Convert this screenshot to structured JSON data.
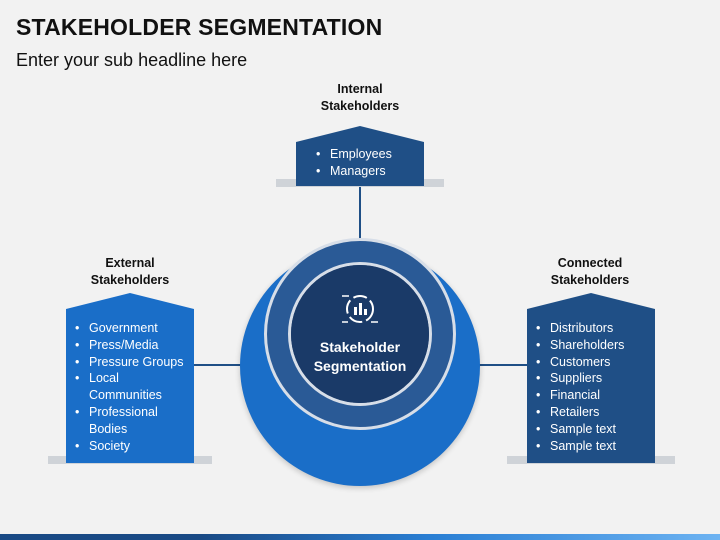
{
  "title": "STAKEHOLDER SEGMENTATION",
  "subtitle": "Enter your sub headline here",
  "center": {
    "label_line1": "Stakeholder",
    "label_line2": "Segmentation",
    "icon": "chart-analytics-icon"
  },
  "internal": {
    "heading_line1": "Internal",
    "heading_line2": "Stakeholders",
    "items": [
      "Employees",
      "Managers"
    ]
  },
  "external": {
    "heading_line1": "External",
    "heading_line2": "Stakeholders",
    "items": [
      "Government",
      "Press/Media",
      "Pressure Groups",
      "Local",
      "Communities",
      "Professional",
      "Bodies",
      "Society"
    ]
  },
  "connected": {
    "heading_line1": "Connected",
    "heading_line2": "Stakeholders",
    "items": [
      "Distributors",
      "Shareholders",
      "Customers",
      "Suppliers",
      "Financial",
      "Retailers",
      "Sample text",
      "Sample text"
    ]
  },
  "colors": {
    "dark_navy": "#1f4f86",
    "ring_blue": "#1a6ec8",
    "ring_inner": "#2a5a96",
    "core": "#1a3a68",
    "external_box": "#1a6ec8",
    "connected_box": "#1f4f86"
  }
}
